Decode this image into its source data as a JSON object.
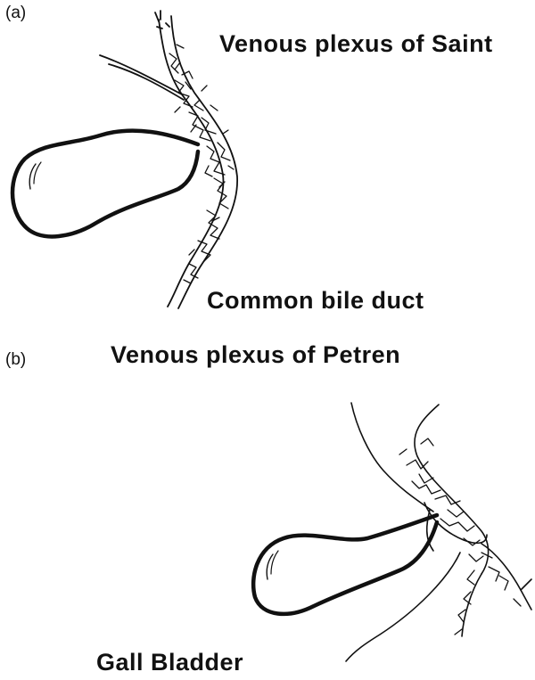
{
  "panel_a": {
    "tag": "(a)",
    "plexus_label": "Venous plexus of Saint",
    "duct_label": "Common bile duct"
  },
  "panel_b": {
    "tag": "(b)",
    "plexus_label": "Venous plexus of Petren",
    "gallbladder_label": "Gall Bladder"
  },
  "colors": {
    "ink": "#111111",
    "background": "#ffffff"
  }
}
